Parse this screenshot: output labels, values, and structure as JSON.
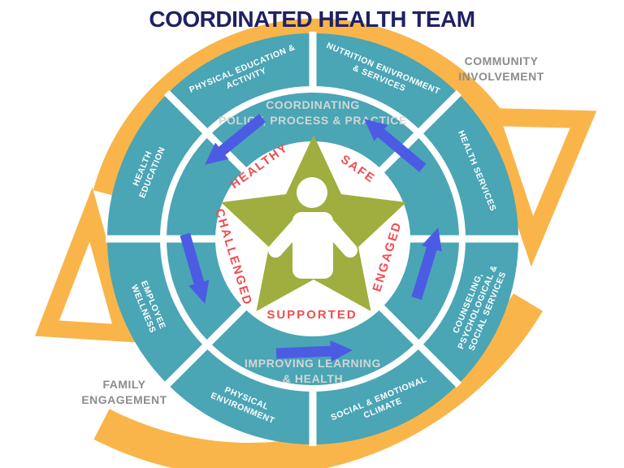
{
  "title": "COORDINATED HEALTH TEAM",
  "colors": {
    "teal": "#4AA5B5",
    "yellow": "#F9B54A",
    "navy_title": "#1F2163",
    "gray_external_label": "#8A8C8E",
    "ring_caption_gray": "#D2D6D7",
    "star_label_red": "#F04D50",
    "star_green": "#9FAE3E",
    "arrow_blue": "#4C5BE4",
    "segment_text_white": "#FFFFFF"
  },
  "external_labels": {
    "community_involvement": {
      "line1": "COMMUNITY",
      "line2": "INVOLVEMENT"
    },
    "family_engagement": {
      "line1": "FAMILY",
      "line2": "ENGAGEMENT"
    }
  },
  "segments": [
    {
      "id": "physical-education-activity",
      "lines": {
        "0": "PHYSICAL EDUCATION &",
        "1": "ACTIVITY"
      }
    },
    {
      "id": "nutrition-environment-services",
      "lines": {
        "0": "NUTRITION ENIVRONMENT",
        "1": "& SERVICES"
      }
    },
    {
      "id": "health-services",
      "lines": {
        "0": "HEALTH SERVICES"
      }
    },
    {
      "id": "counseling-psychological-social-services",
      "lines": {
        "0": "COUNSELING,",
        "1": "PSYCHOLOGICAL &",
        "2": "SOCIAL SERVICES"
      }
    },
    {
      "id": "social-emotional-climate",
      "lines": {
        "0": "SOCIAL & EMOTIONAL",
        "1": "CLIMATE"
      }
    },
    {
      "id": "physical-environment",
      "lines": {
        "0": "PHYSICAL",
        "1": "ENVIRONMENT"
      }
    },
    {
      "id": "employee-wellness",
      "lines": {
        "0": "EMPLOYEE",
        "1": "WELLNESS"
      }
    },
    {
      "id": "health-education",
      "lines": {
        "0": "HEALTH",
        "1": "EDUCATION"
      }
    }
  ],
  "inner_ring": {
    "top": {
      "line1": "COORDINATING",
      "line2": "POLICY, PROCESS & PRACTICE"
    },
    "bottom": {
      "line1": "IMPROVING LEARNING",
      "line2": "& HEALTH"
    }
  },
  "star_labels": {
    "healthy": "HEALTHY",
    "safe": "SAFE",
    "engaged": "ENGAGED",
    "supported": "SUPPORTED",
    "challenged": "CHALLENGED"
  }
}
